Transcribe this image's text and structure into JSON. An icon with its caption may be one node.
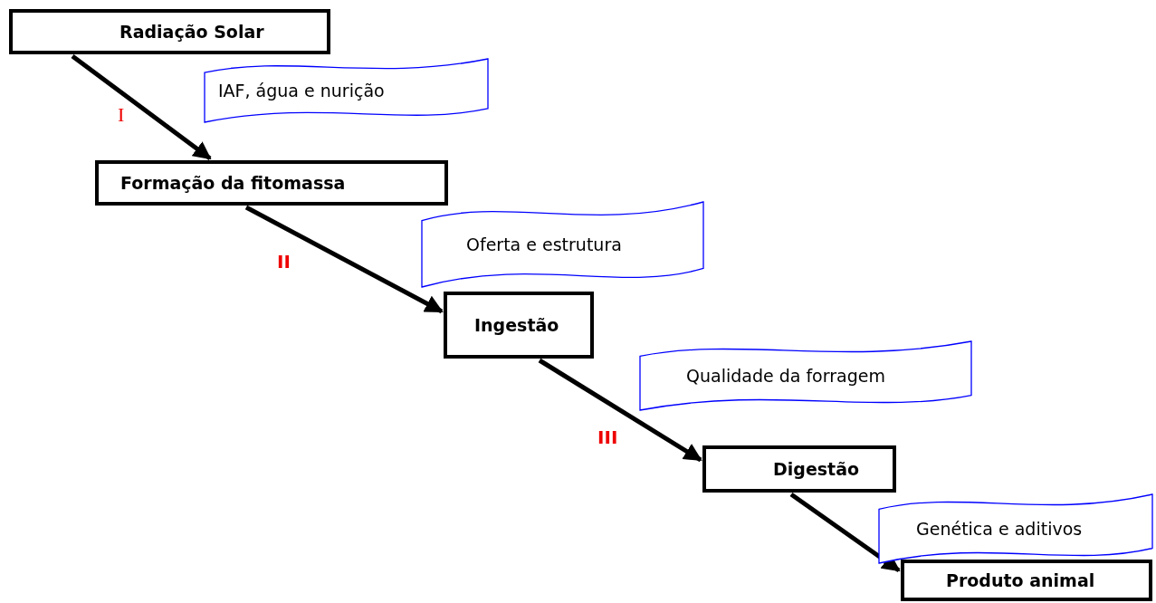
{
  "diagram": {
    "nodes": [
      {
        "text": [
          "Radiação Solar"
        ]
      },
      {
        "text": [
          "IAF, água e nurição"
        ]
      },
      {
        "text": [
          "Formação da fitomassa"
        ]
      },
      {
        "text": [
          "Oferta e estrutura"
        ]
      },
      {
        "text": [
          "Ingestão"
        ]
      },
      {
        "text": [
          "Qualidade da forragem"
        ]
      },
      {
        "text": [
          "Digestão"
        ]
      },
      {
        "text": [
          "Genética e aditivos"
        ]
      },
      {
        "text": [
          "Produto animal"
        ]
      }
    ],
    "edges": [
      {
        "from": 0,
        "to": 2,
        "arrow": "to",
        "label": "I"
      },
      {
        "from": 2,
        "to": 4,
        "arrow": "to",
        "label": "II"
      },
      {
        "from": 4,
        "to": 6,
        "arrow": "to",
        "label": "III"
      },
      {
        "from": 6,
        "to": 8,
        "arrow": "to"
      }
    ]
  }
}
